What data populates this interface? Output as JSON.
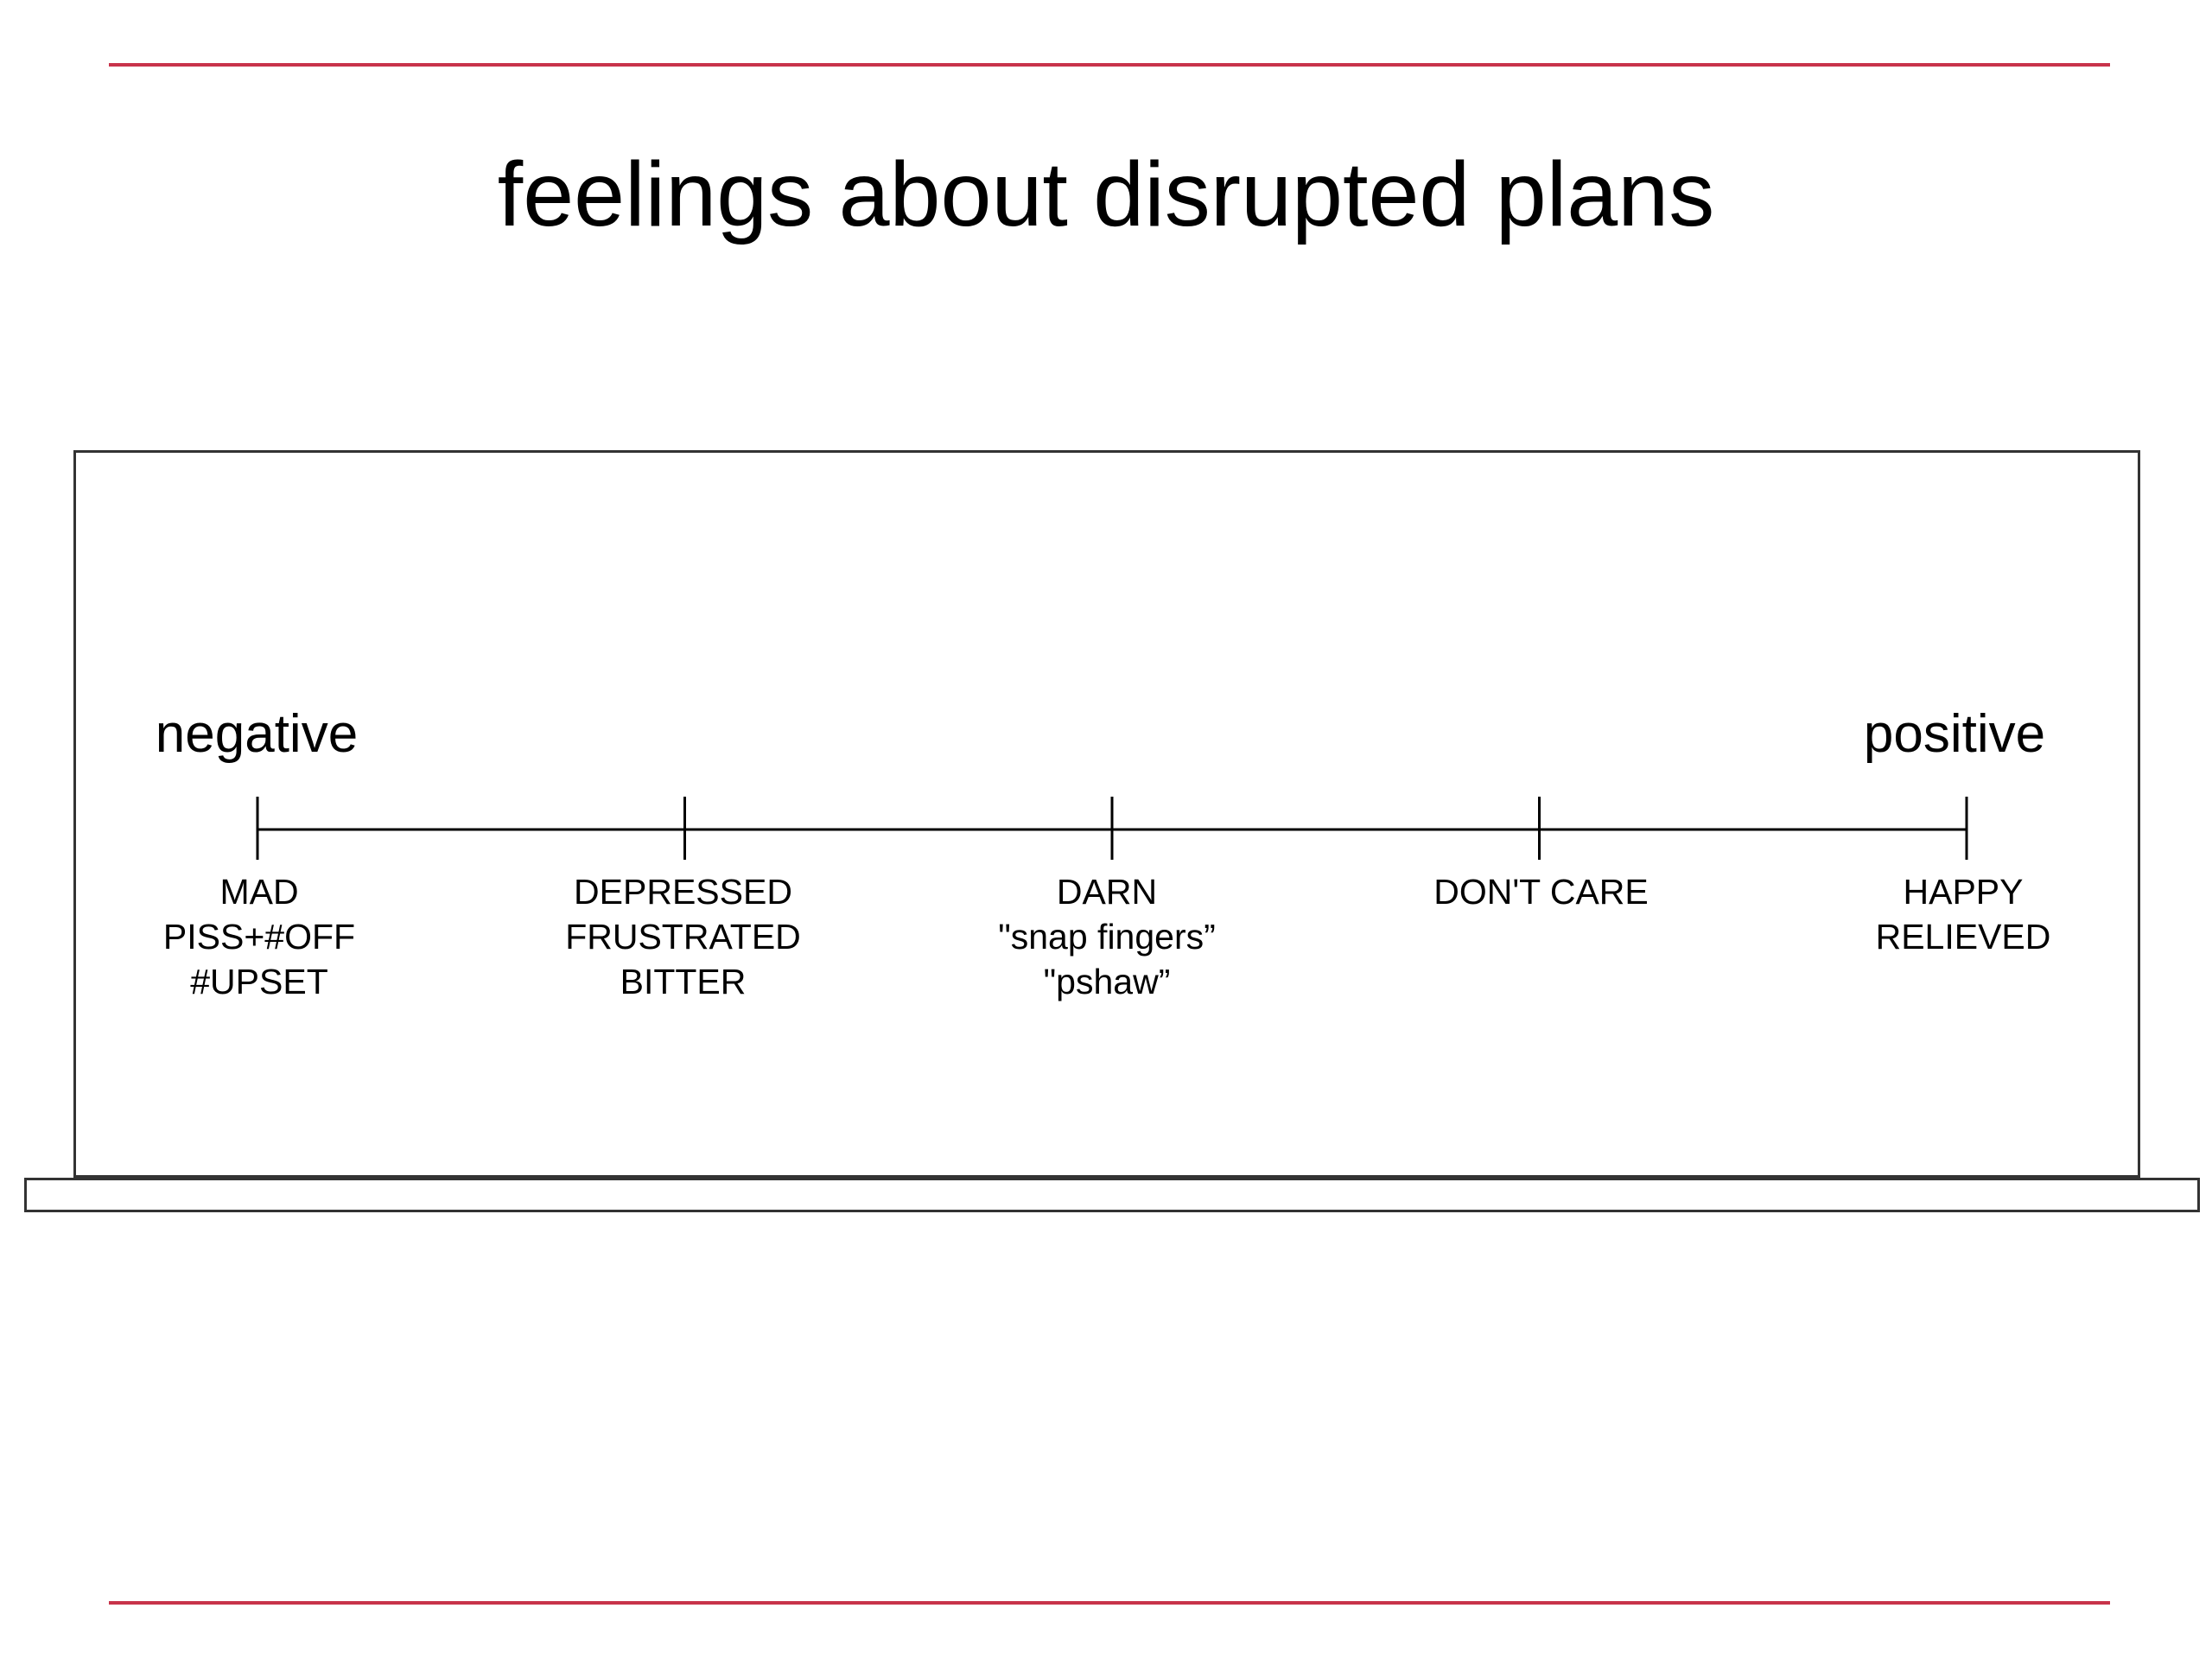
{
  "title": "feelings about disrupted plans",
  "colors": {
    "rule": "#c8334a",
    "frame": "#333333",
    "text": "#000000"
  },
  "scale": {
    "left_label": "negative",
    "right_label": "positive",
    "ticks": [
      {
        "lines": [
          "MAD",
          "PISS+#OFF",
          "#UPSET"
        ]
      },
      {
        "lines": [
          "DEPRESSED",
          "FRUSTRATED",
          "BITTER"
        ]
      },
      {
        "lines": [
          "DARN",
          "\"snap fingers”",
          "\"pshaw”"
        ]
      },
      {
        "lines": [
          "DON'T CARE"
        ]
      },
      {
        "lines": [
          "HAPPY",
          "RELIEVED"
        ]
      }
    ]
  }
}
